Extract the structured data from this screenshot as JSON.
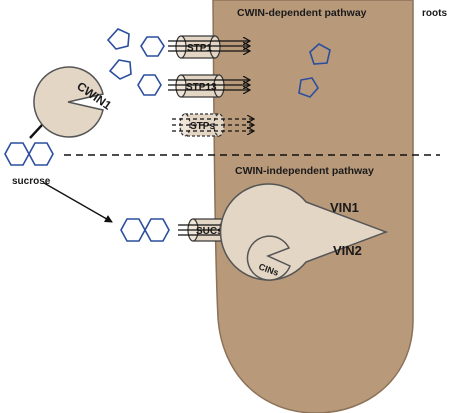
{
  "labels": {
    "roots": "roots",
    "cwin_dependent": "CWIN-dependent pathway",
    "cwin_independent": "CWIN-independent pathway",
    "sucrose": "sucrose",
    "cwin1": "CWIN1",
    "stp1": "STP1",
    "stp13": "STP13",
    "stps": "STPs",
    "sucs": "SUCs",
    "vin1": "VIN1",
    "vin2": "VIN2",
    "cins": "CINs"
  },
  "colors": {
    "root_fill": "#b8997a",
    "root_stroke": "#8c7259",
    "enzyme_fill": "#e4d6c5",
    "sugar_stroke": "#2c4e9e",
    "line": "#111111"
  }
}
